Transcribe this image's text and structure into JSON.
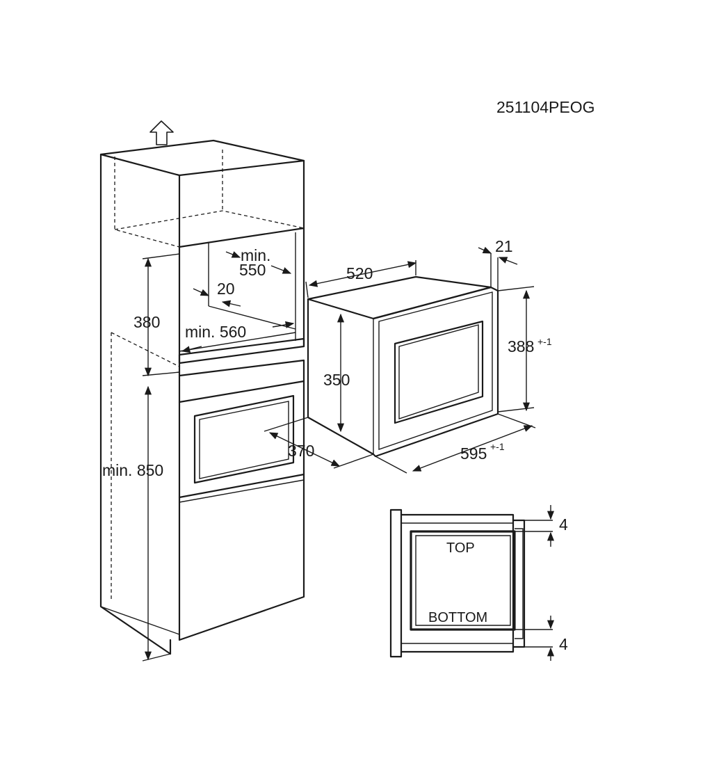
{
  "model_code": "251104PEOG",
  "dimensions": {
    "niche_height": "380",
    "niche_depth": "min. 550",
    "niche_width": "min. 560",
    "rear_gap": "20",
    "cabinet_height": "min. 850",
    "oven_height": "350",
    "oven_width": "520",
    "oven_depth": "370",
    "frame_depth": "21",
    "frame_height": "388",
    "frame_height_tol": "+-1",
    "frame_width": "595",
    "frame_width_tol": "+-1",
    "top_gap": "4",
    "bottom_gap": "4"
  },
  "labels": {
    "top": "TOP",
    "bottom": "BOTTOM"
  },
  "icons": {
    "ventilation": "up-arrow-icon"
  },
  "colors": {
    "line": "#1a1a1a",
    "background": "#ffffff"
  }
}
